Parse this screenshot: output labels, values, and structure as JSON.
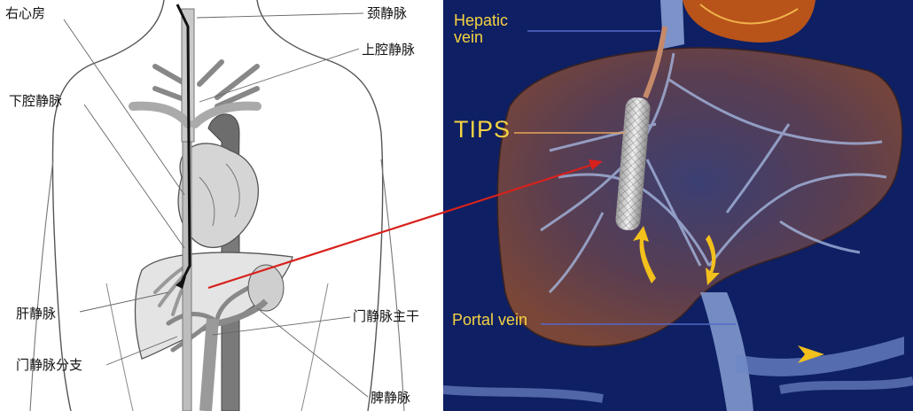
{
  "left_labels": {
    "right_atrium": "右心房",
    "jugular_vein": "颈静脉",
    "superior_vena_cava": "上腔静脉",
    "inferior_vena_cava": "下腔静脉",
    "hepatic_vein": "肝静脉",
    "portal_vein_trunk": "门静脉主干",
    "portal_vein_branch": "门静脉分支",
    "splenic_vein": "脾静脉"
  },
  "right_labels": {
    "hepatic_vein": "Hepatic vein",
    "tips": "TIPS",
    "portal_vein": "Portal vein"
  },
  "colors": {
    "right_background": "#0e1f63",
    "label_yellow": "#f5d342",
    "pointer_arrow": "#d8211c",
    "liver_brown": "#6d3f36",
    "vessel_blue": "#a9bde6"
  },
  "icons": {
    "catheter_path": "black-catheter-arrow",
    "flow_direction": "yellow-flow-arrow",
    "stent": "mesh-stent-graphic"
  }
}
